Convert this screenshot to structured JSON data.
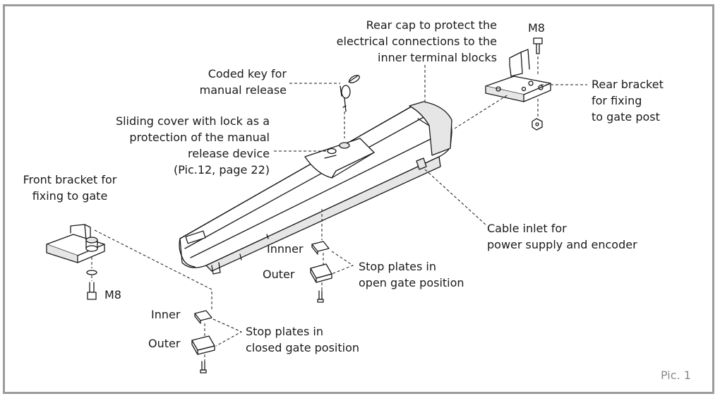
{
  "labels": {
    "rear_cap": [
      "Rear cap to protect the",
      "electrical connections to the",
      "inner terminal blocks"
    ],
    "m8_top": "M8",
    "coded_key": [
      "Coded key for",
      "manual release"
    ],
    "rear_bracket": [
      "Rear bracket",
      "for fixing",
      "to gate post"
    ],
    "sliding_cover": [
      "Sliding cover with lock as a",
      "protection of the manual",
      "release device",
      "(Pic.12, page 22)"
    ],
    "front_bracket": [
      "Front bracket for",
      "fixing to gate"
    ],
    "cable_inlet": [
      "Cable inlet for",
      "power supply and encoder"
    ],
    "innner": "Innner",
    "outer_open": "Outer",
    "stop_open": [
      "Stop plates in",
      "open gate position"
    ],
    "m8_bottom": "M8",
    "inner": "Inner",
    "outer_closed": "Outer",
    "stop_closed": [
      "Stop plates in",
      "closed gate position"
    ],
    "pic": "Pic. 1"
  },
  "colors": {
    "frame": "#9b9b9b",
    "line": "#1a1a1a",
    "fill": "#ffffff",
    "shade": "#e6e6e6",
    "caption": "#8a8a8a"
  }
}
